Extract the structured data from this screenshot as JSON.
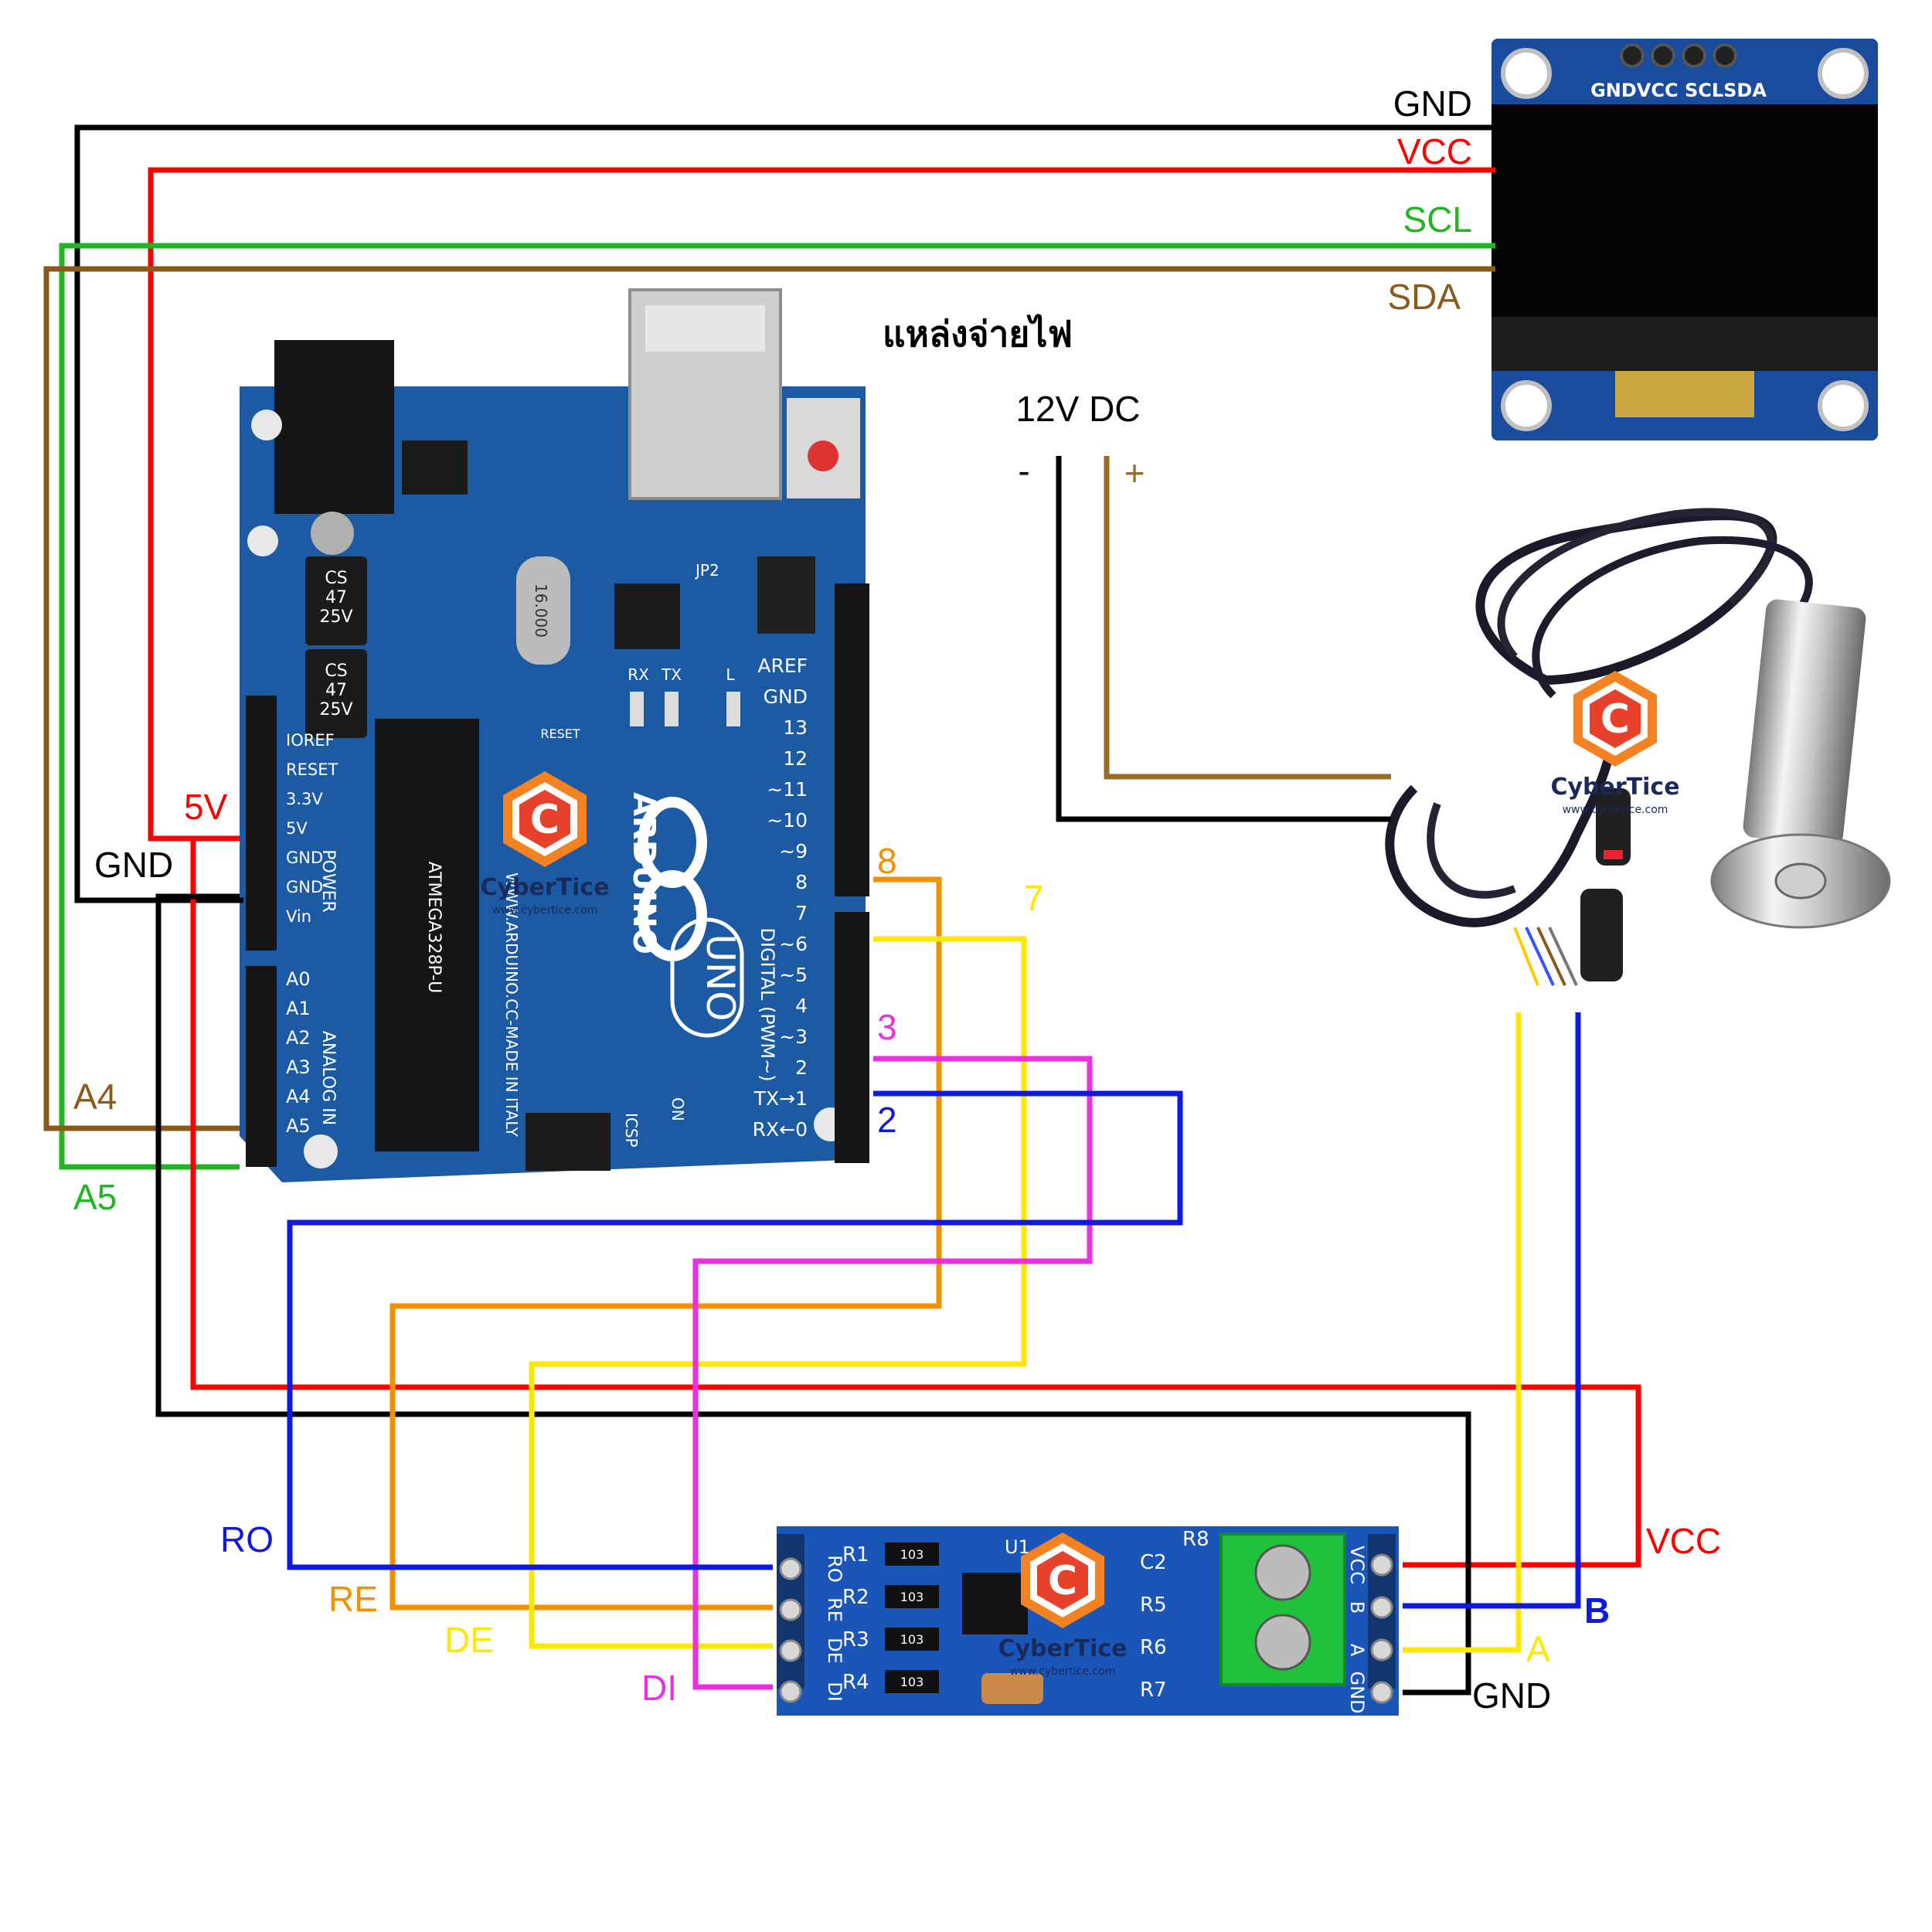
{
  "colors": {
    "black": "#000000",
    "red": "#ff0000",
    "green": "#21b521",
    "brown": "#8b5a1a",
    "orange": "#f39000",
    "yellow": "#ffe800",
    "magenta": "#ee2ee0",
    "blue": "#0f1adf",
    "board_blue": "#1c5ba3",
    "oled_blue": "#1a4c9e"
  },
  "oled": {
    "pin_labels": "GNDVCC SCLSDA",
    "wire_labels": {
      "gnd": "GND",
      "vcc": "VCC",
      "scl": "SCL",
      "sda": "SDA"
    }
  },
  "power_supply": {
    "title": "แหล่งจ่ายไฟ",
    "voltage": "12V DC",
    "minus": "-",
    "plus": "+"
  },
  "arduino": {
    "model": "UNO",
    "brand": "ARDUINO",
    "url": "WWW.ARDUINO.CC-MADE IN ITALY",
    "power_pins": [
      "IOREF",
      "RESET",
      "3.3V",
      "5V",
      "GND",
      "GND",
      "Vin"
    ],
    "power_header": "POWER",
    "analog_pins": [
      "A0",
      "A1",
      "A2",
      "A3",
      "A4",
      "A5"
    ],
    "analog_header": "ANALOG IN",
    "digital_pins": [
      "AREF",
      "GND",
      "13",
      "12",
      "~11",
      "~10",
      "~9",
      "8",
      "7",
      "~6",
      "~5",
      "4",
      "~3",
      "2",
      "TX→1",
      "RX←0"
    ],
    "digital_header": "DIGITAL (PWM~)",
    "cap_labels": [
      "CS",
      "47",
      "25V"
    ],
    "crystal": "16.000",
    "reset_label": "RESET",
    "on_label": "ON",
    "icsp_label": "ICSP",
    "jp2_label": "JP2",
    "rx_label": "RX",
    "tx_label": "TX",
    "l_label": "L",
    "chip_text": "ATMEGA328P-U"
  },
  "wire_labels": {
    "five_v": "5V",
    "gnd_left": "GND",
    "a4": "A4",
    "a5": "A5",
    "pin8": "8",
    "pin7": "7",
    "pin3": "3",
    "pin2": "2",
    "ro": "RO",
    "re": "RE",
    "de": "DE",
    "di": "DI",
    "vcc_right": "VCC",
    "b_right": "B",
    "a_right": "A",
    "gnd_right": "GND"
  },
  "rs485": {
    "left_pins": [
      "RO",
      "RE",
      "DE",
      "DI"
    ],
    "right_pins": [
      "VCC",
      "B",
      "A",
      "GND"
    ],
    "resistors": [
      "R1",
      "R2",
      "R3",
      "R4"
    ],
    "right_parts": [
      "C2",
      "R5",
      "R6",
      "R7",
      "R8"
    ],
    "u1": "U1",
    "resistor_code": "103"
  },
  "logo": {
    "letter": "C",
    "name": "CyberTice",
    "url": "www.cybertice.com"
  }
}
